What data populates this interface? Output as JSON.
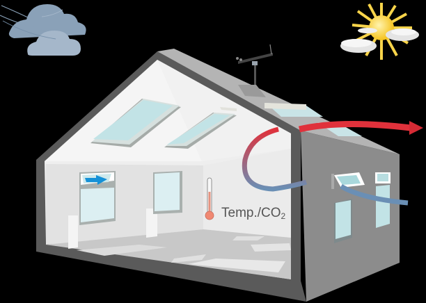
{
  "diagram": {
    "subject": "House ventilation illustration",
    "sensor_label": {
      "main": "Temp./CO",
      "subscript": "2"
    },
    "elements": {
      "weather_left": "windy-cloud-icon",
      "weather_right": "sun-cloud-icon",
      "roof_device": "weather-station-icon",
      "indoor_sensor": "thermometer-icon",
      "airflow_warm": "red-arrow",
      "airflow_cool": "blue-arrow"
    },
    "colors": {
      "background": "#000000",
      "wall_dark": "#5a5a5a",
      "wall_side": "#8c8c8c",
      "roof_top": "#b4b4b4",
      "interior": "#eeeeee",
      "floor": "#c8c8c8",
      "glass": "#c2e3e6",
      "arrow_warm": "#e0313b",
      "arrow_cool": "#6a8fb5",
      "thermo_bulb": "#f08872",
      "cloud_dark": "#8aa1b8",
      "cloud_light": "#a5b7ca",
      "sun": "#f8cb2e"
    }
  }
}
